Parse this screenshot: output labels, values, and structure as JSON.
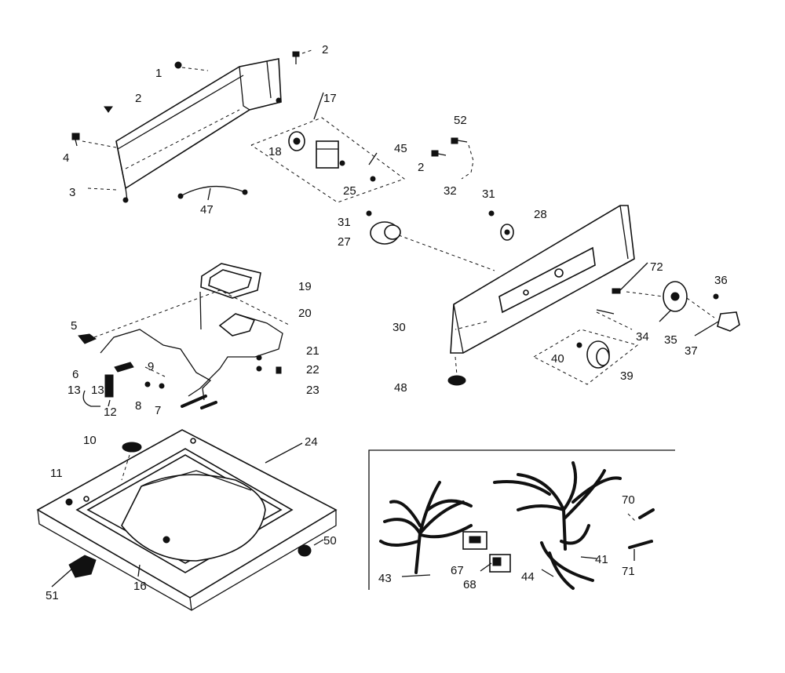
{
  "labels": {
    "l1a": "1",
    "l2a": "2",
    "l2b": "2",
    "l4": "4",
    "l3": "3",
    "l17": "17",
    "l18": "18",
    "l45": "45",
    "l2c": "2",
    "l52": "52",
    "l32": "32",
    "l25": "25",
    "l47": "47",
    "l31a": "31",
    "l27": "27",
    "l31b": "31",
    "l28": "28",
    "l19": "19",
    "l20": "20",
    "l5": "5",
    "l30": "30",
    "l72": "72",
    "l36": "36",
    "l21": "21",
    "l22": "22",
    "l23": "23",
    "l9": "9",
    "l6": "6",
    "l13a": "13",
    "l13b": "13",
    "l12": "12",
    "l8": "8",
    "l7": "7",
    "l34": "34",
    "l35": "35",
    "l37": "37",
    "l40": "40",
    "l39": "39",
    "l48": "48",
    "l10": "10",
    "l24": "24",
    "l11": "11",
    "l50": "50",
    "l51": "51",
    "l16": "16",
    "l70": "70",
    "l41": "41",
    "l71": "71",
    "l43": "43",
    "l67": "67",
    "l68": "68",
    "l44": "44"
  }
}
